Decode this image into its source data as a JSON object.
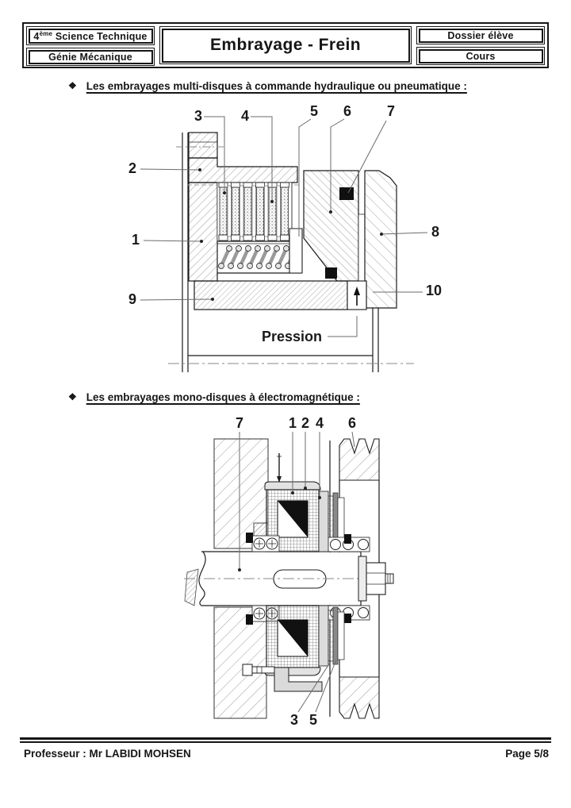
{
  "header": {
    "left_top_num": "4",
    "left_top_sup": "ème",
    "left_top_text": " Science Technique",
    "left_bottom": "Génie Mécanique",
    "title": "Embrayage - Frein",
    "right_top": "Dossier élève",
    "right_bottom": "Cours"
  },
  "section1": {
    "bullet": "❖",
    "title": "Les embrayages multi-disques à  commande hydraulique ou pneumatique :"
  },
  "section2": {
    "bullet": "❖",
    "title": "Les embrayages mono-disques à  électromagnétique :"
  },
  "figure1": {
    "labels": {
      "n1": "1",
      "n2": "2",
      "n3": "3",
      "n4": "4",
      "n5": "5",
      "n6": "6",
      "n7": "7",
      "n8": "8",
      "n9": "9",
      "n10": "10"
    },
    "pressure_label": "Pression"
  },
  "figure2": {
    "labels": {
      "n7": "7",
      "n1": "1",
      "n2": "2",
      "n4": "4",
      "n6": "6",
      "n3": "3",
      "n5": "5"
    }
  },
  "footer": {
    "left": "Professeur : Mr LABIDI MOHSEN",
    "right": "Page 5/8"
  }
}
